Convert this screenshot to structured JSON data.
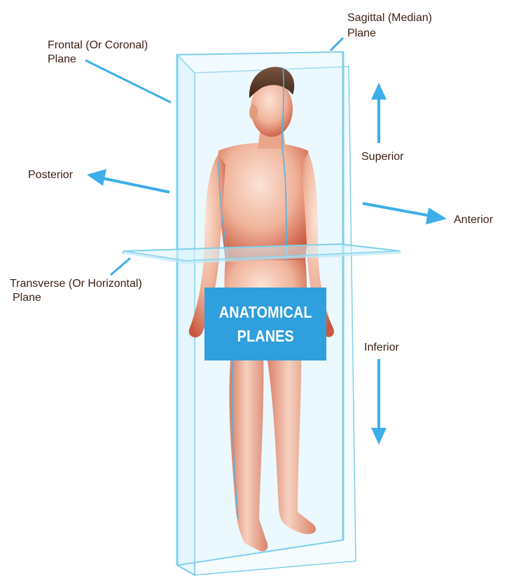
{
  "diagram": {
    "labels": {
      "sagittal_line1": "Sagittal (Median)",
      "sagittal_line2": "Plane",
      "frontal_line1": "Frontal (Or Coronal)",
      "frontal_line2": "Plane",
      "posterior": "Posterior",
      "superior": "Superior",
      "anterior": "Anterior",
      "transverse_line1": "Transverse (Or Horizontal)",
      "transverse_line2": "Plane",
      "inferior": "Inferior"
    },
    "title_line1": "ANATOMICAL",
    "title_line2": "PLANES"
  },
  "colors": {
    "arrow": "#3daee9",
    "plane_edge": "#7fd0ea",
    "plane_fill": "#d8f2fb",
    "title_bg": "#2f9fdd",
    "label_text": "#3a1e12",
    "skin": "#f2b59a"
  }
}
